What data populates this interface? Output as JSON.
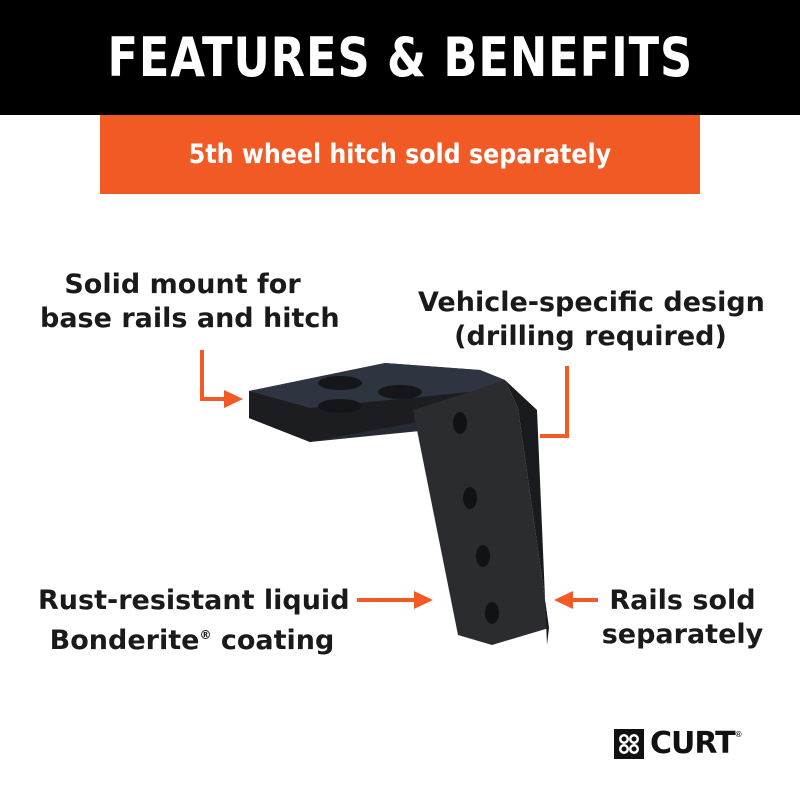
{
  "header": {
    "title": "FEATURES & BENEFITS"
  },
  "banner": {
    "text": "5th wheel hitch sold separately"
  },
  "callouts": [
    {
      "id": "top-left",
      "lines": [
        "Solid mount for",
        "base rails and hitch"
      ]
    },
    {
      "id": "top-right",
      "lines": [
        "Vehicle-specific design",
        "(drilling required)"
      ]
    },
    {
      "id": "bottom-left",
      "lines": [
        "Rust-resistant liquid",
        "Bonderite",
        "coating"
      ],
      "registered": "®"
    },
    {
      "id": "bottom-right",
      "lines": [
        "Rails sold",
        "separately"
      ]
    }
  ],
  "brand": {
    "name": "CURT",
    "trademark": "®"
  },
  "colors": {
    "header_bg": "#000000",
    "accent": "#f15a24",
    "text": "#1a1a1a",
    "product": "#1f2126"
  }
}
